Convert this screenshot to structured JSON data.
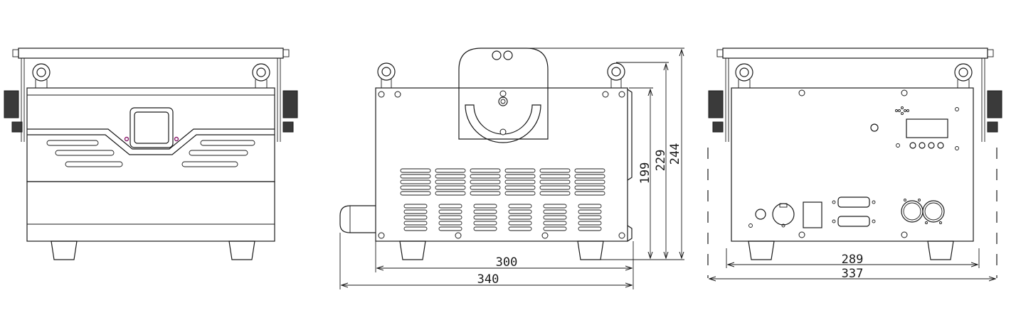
{
  "drawing": {
    "dimensions": {
      "side_inner_width": "300",
      "side_overall_width": "340",
      "height_body": "199",
      "height_with_handle_base": "229",
      "height_overall": "244",
      "back_inner_width": "289",
      "back_overall_width": "337"
    },
    "views": [
      "front-view",
      "side-view",
      "rear-view"
    ]
  }
}
